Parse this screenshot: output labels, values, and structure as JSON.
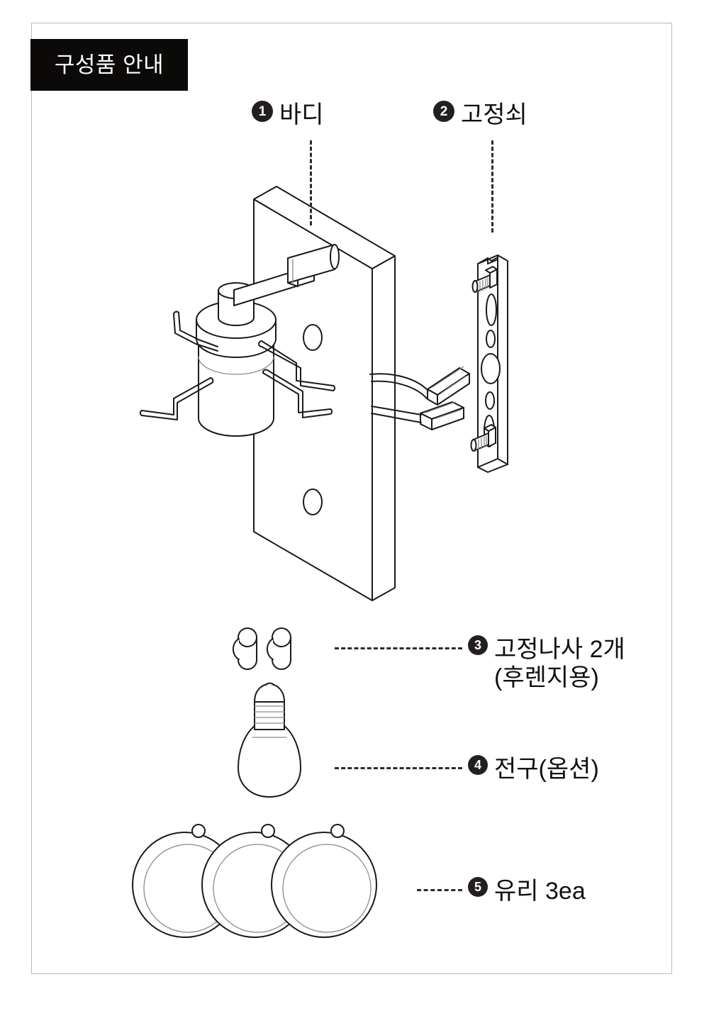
{
  "document": {
    "title": "구성품 안내",
    "type": "assembly-parts-guide"
  },
  "banner": {
    "label": "구성품 안내"
  },
  "parts": [
    {
      "number": "1",
      "label": "바디",
      "leader": "vertical-dashed",
      "icon": "wall-mount-body-icon"
    },
    {
      "number": "2",
      "label": "고정쇠",
      "leader": "vertical-dashed",
      "icon": "mounting-bracket-icon"
    },
    {
      "number": "3",
      "label": "고정나사 2개\n(후렌지용)",
      "leader": "horizontal-dashed",
      "icon": "fixing-screws-icon"
    },
    {
      "number": "4",
      "label": "전구(옵션)",
      "leader": "horizontal-dashed",
      "icon": "light-bulb-icon"
    },
    {
      "number": "5",
      "label": "유리 3ea",
      "leader": "horizontal-dashed",
      "icon": "glass-discs-icon"
    }
  ],
  "colors": {
    "banner_background": "#0c0909",
    "banner_text": "#ffffff",
    "badge_background": "#231f20",
    "badge_text": "#ffffff",
    "line": "#1a1a1a",
    "frame_border": "#b9b9b9",
    "page_background": "#ffffff"
  }
}
